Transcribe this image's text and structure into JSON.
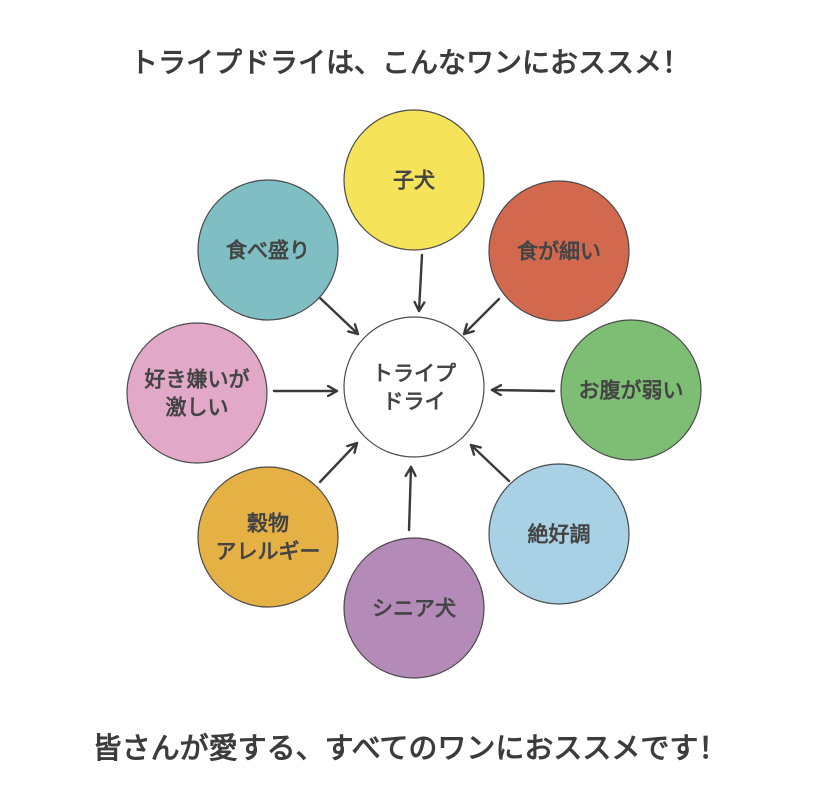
{
  "title": "トライプドライは、こんなワンにおススメ！",
  "footer": "皆さんが愛する、すべてのワンにおススメです！",
  "center": {
    "lines": [
      "トライプ",
      "ドライ"
    ],
    "color": "#ffffff"
  },
  "nodes": [
    {
      "id": "puppy",
      "lines": [
        "子犬"
      ],
      "color": "#f5e45a"
    },
    {
      "id": "picky-eater",
      "lines": [
        "食が細い"
      ],
      "color": "#d2694f"
    },
    {
      "id": "weak-stomach",
      "lines": [
        "お腹が弱い"
      ],
      "color": "#7ebd74"
    },
    {
      "id": "great-condition",
      "lines": [
        "絶好調"
      ],
      "color": "#a8d1e5"
    },
    {
      "id": "senior-dog",
      "lines": [
        "シニア犬"
      ],
      "color": "#b38ab8"
    },
    {
      "id": "grain-allergy",
      "lines": [
        "穀物",
        "アレルギー"
      ],
      "color": "#e5b145"
    },
    {
      "id": "strong-preferences",
      "lines": [
        "好き嫌いが",
        "激しい"
      ],
      "color": "#e2a8c7"
    },
    {
      "id": "big-eater",
      "lines": [
        "食べ盛り"
      ],
      "color": "#7fbec2"
    }
  ]
}
